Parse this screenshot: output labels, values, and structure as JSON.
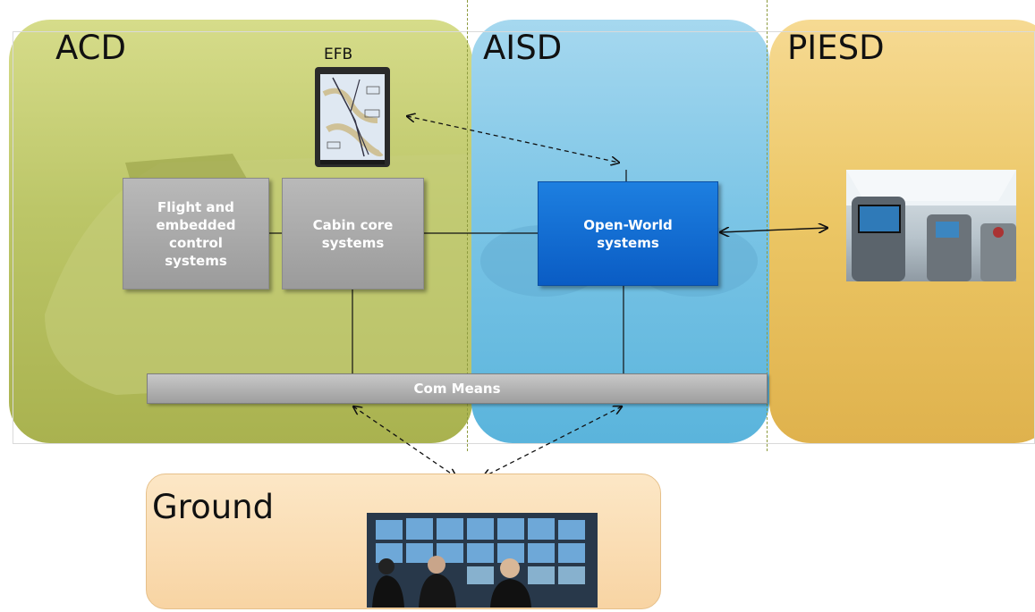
{
  "domains": {
    "acd": "ACD",
    "aisd": "AISD",
    "piesd": "PIESD",
    "ground": "Ground"
  },
  "devices": {
    "efb_label": "EFB"
  },
  "systems": {
    "flight": "Flight and\nembedded\ncontrol\nsystems",
    "cabin": "Cabin core\nsystems",
    "open_world": "Open-World\nsystems",
    "com_means": "Com Means"
  },
  "colors": {
    "acd": "#bcc668",
    "aisd": "#7cc5e6",
    "piesd": "#ecc766",
    "ground": "#f8d4a3",
    "system_grey": "#a6a6a6",
    "system_blue": "#0a5cc4"
  }
}
